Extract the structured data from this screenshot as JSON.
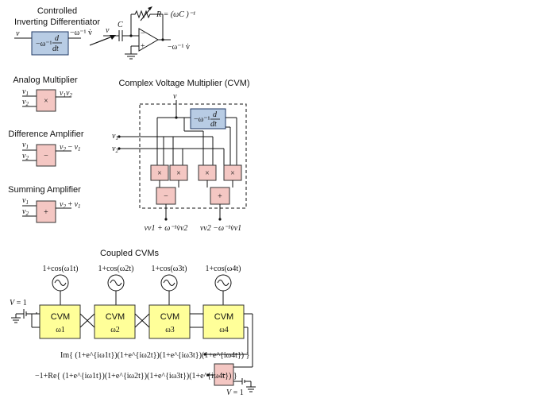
{
  "titles": {
    "cid": [
      "Controlled",
      "Inverting Differentiator"
    ],
    "mult": "Analog Multiplier",
    "diff": "Difference Amplifier",
    "sum": "Summing Amplifier",
    "cvm": "Complex Voltage Multiplier (CVM)",
    "coupled": "Coupled CVMs"
  },
  "labels": {
    "v": "v",
    "v1": "v1",
    "v2": "v2",
    "C": "C",
    "R": "R = (ωC )⁻¹",
    "cid_out": "−ω⁻¹ v̇",
    "diff_block": "−ω⁻¹ d/dt",
    "times": "×",
    "minus": "−",
    "plus": "+",
    "mult_out": "v1v2",
    "diff_out": "v2 − v1",
    "sum_out": "v2 + v1",
    "cvm_out1": "vv1 + ω⁻¹v̇v2",
    "cvm_out2": "vv2 −ω⁻¹v̇v1",
    "V1": "V = 1"
  },
  "sources": [
    "1+cos(ω1t)",
    "1+cos(ω2t)",
    "1+cos(ω3t)",
    "1+cos(ω4t)"
  ],
  "cvms": [
    {
      "name": "CVM",
      "sub": "ω1"
    },
    {
      "name": "CVM",
      "sub": "ω2"
    },
    {
      "name": "CVM",
      "sub": "ω3"
    },
    {
      "name": "CVM",
      "sub": "ω4"
    }
  ],
  "outputs": {
    "im": "Im{ (1+e^{iω1t})(1+e^{iω2t})(1+e^{iω3t})(1+e^{iω4t}) }",
    "re": "−1+Re{ (1+e^{iω1t})(1+e^{iω2t})(1+e^{iω3t})(1+e^{iω4t}) }"
  }
}
